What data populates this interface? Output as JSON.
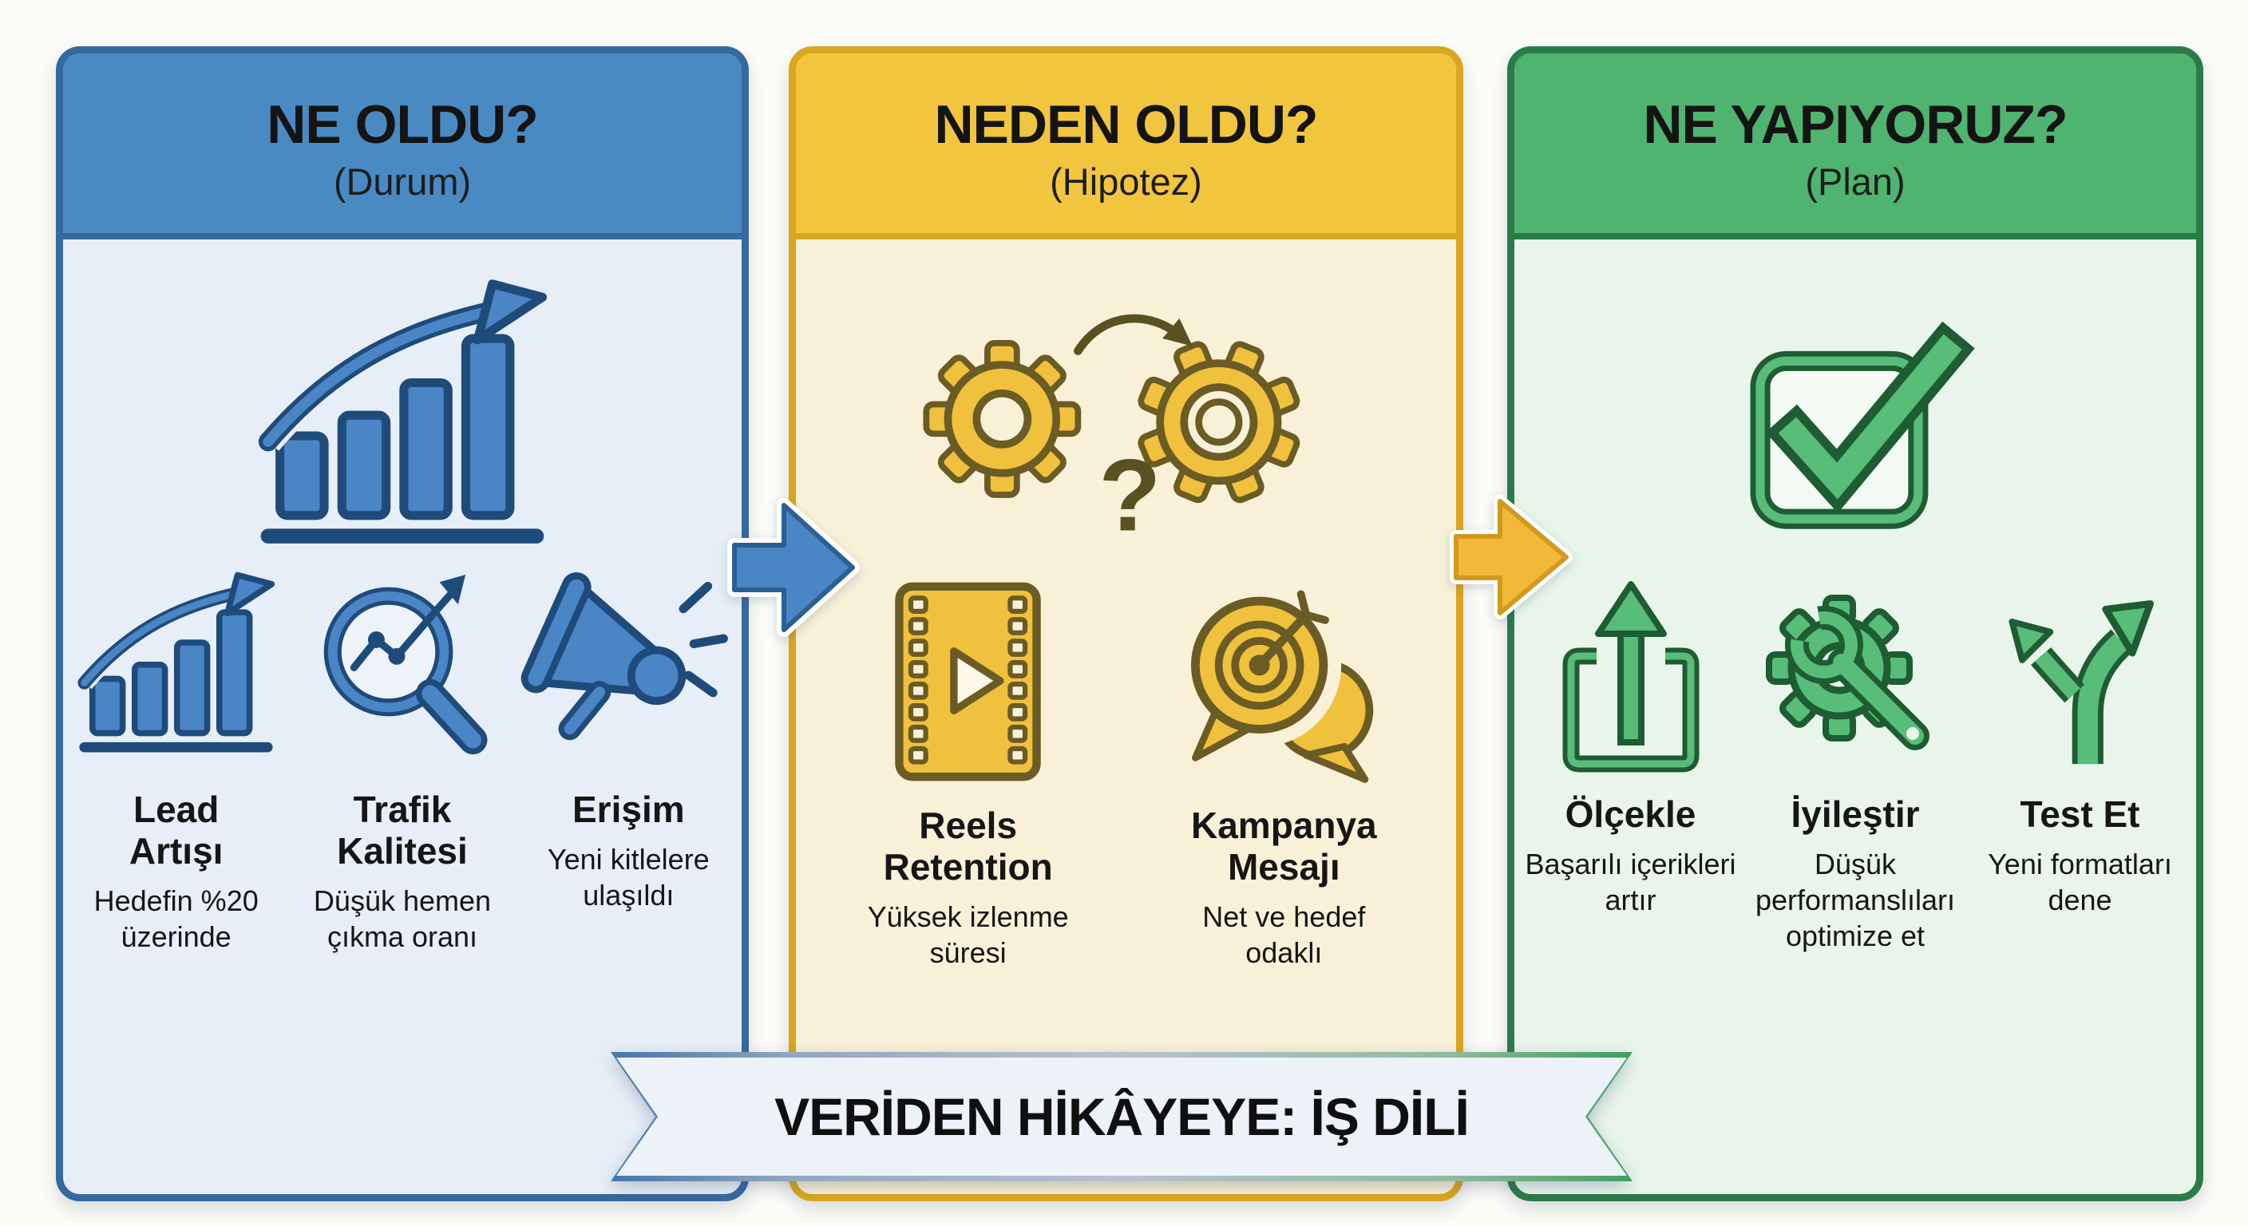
{
  "banner": {
    "label": "VERİDEN HİKÂYEYE: İŞ DİLİ"
  },
  "colors": {
    "blue_header": "#4a8ac3",
    "blue_border": "#36699d",
    "blue_body": "#e7eef7",
    "blue_icon": "#4a86c5",
    "blue_icon_dark": "#1f4b7b",
    "yellow_header": "#f2c53f",
    "yellow_border": "#d8a71f",
    "yellow_body": "#f8f1d8",
    "yellow_icon": "#f0c13c",
    "yellow_icon_dark": "#6b5b24",
    "green_header": "#4fb46f",
    "green_border": "#2b7b49",
    "green_body": "#e9f5eb",
    "green_icon": "#57bd79",
    "green_icon_dark": "#1e5c32",
    "text": "#161616"
  },
  "panels": [
    {
      "title": "NE OLDU?",
      "subtitle": "(Durum)",
      "hero_icon": "growth-bar-chart-icon",
      "items": [
        {
          "icon": "bar-chart-rising-icon",
          "label": "Lead Artışı",
          "desc": "Hedefin %20 üzerinde"
        },
        {
          "icon": "magnifier-trend-icon",
          "label": "Trafik Kalitesi",
          "desc": "Düşük hemen çıkma oranı"
        },
        {
          "icon": "megaphone-icon",
          "label": "Erişim",
          "desc": "Yeni kitlelere ulaşıldı"
        }
      ]
    },
    {
      "title": "NEDEN OLDU?",
      "subtitle": "(Hipotez)",
      "hero_icon": "gears-question-icon",
      "hero_question_mark": "?",
      "items": [
        {
          "icon": "film-strip-play-icon",
          "label": "Reels Retention",
          "desc": "Yüksek izlenme süresi"
        },
        {
          "icon": "chat-target-icon",
          "label": "Kampanya Mesajı",
          "desc": "Net ve hedef odaklı"
        }
      ]
    },
    {
      "title": "NE YAPIYORUZ?",
      "subtitle": "(Plan)",
      "hero_icon": "checkbox-check-icon",
      "items": [
        {
          "icon": "upload-box-icon",
          "label": "Ölçekle",
          "desc": "Başarılı içerikleri artır"
        },
        {
          "icon": "gear-wrench-icon",
          "label": "İyileştir",
          "desc": "Düşük performanslıları optimize et"
        },
        {
          "icon": "branching-arrows-icon",
          "label": "Test Et",
          "desc": "Yeni formatları dene"
        }
      ]
    }
  ],
  "connectors": [
    {
      "name": "right-arrow-blue",
      "color": "#4a86c5"
    },
    {
      "name": "right-arrow-yellow",
      "color": "#f2b838"
    }
  ]
}
